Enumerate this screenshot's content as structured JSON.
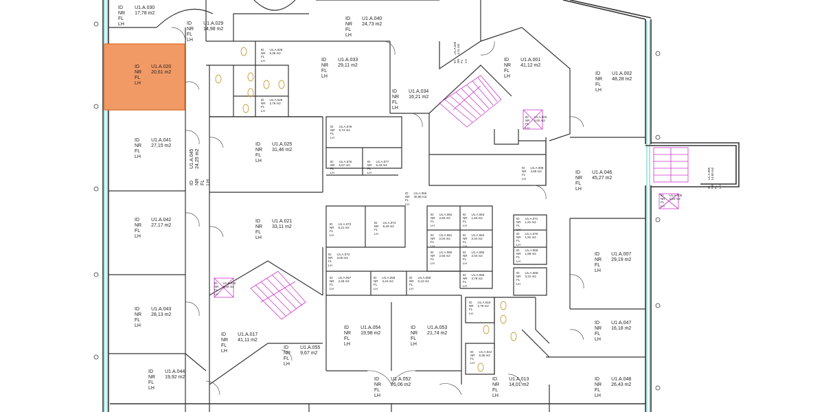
{
  "colors": {
    "wall": "#333333",
    "highlight_fill": "#f29a66",
    "highlight_border": "#e07a3a",
    "stair": "#cc33cc",
    "facade": "#6fd6cf",
    "sanitary": "#c8a040"
  },
  "field_keys": [
    "ID",
    "NR",
    "FL",
    "LH"
  ],
  "rooms": [
    {
      "key": "a030",
      "id": "U1.A.030",
      "area": "17,78 m2"
    },
    {
      "key": "a029",
      "id": "U1.A.029",
      "area": "14,98 m2"
    },
    {
      "key": "a040",
      "id": "U1.A.040",
      "area": "24,73 m2"
    },
    {
      "key": "a033",
      "id": "U1.A.033",
      "area": "29,11 m2"
    },
    {
      "key": "a035",
      "id": "U1.A.035",
      "area": "4,11 m2"
    },
    {
      "key": "a001",
      "id": "U1.A.001",
      "area": "41,12 m2"
    },
    {
      "key": "a002",
      "id": "U1.A.002",
      "area": "48,28 m2"
    },
    {
      "key": "a020",
      "id": "U1.A.020",
      "area": "20,61 m2"
    },
    {
      "key": "a028",
      "id": "U1.A.028",
      "area": "5,35 m2"
    },
    {
      "key": "a026",
      "id": "U1.A.026",
      "area": "2,79 m2"
    },
    {
      "key": "a034",
      "id": "U1.A.034",
      "area": "16,21 m2"
    },
    {
      "key": "a003",
      "id": "U1.A.003",
      "area": "3,92 m2"
    },
    {
      "key": "a041",
      "id": "U1.A.041",
      "area": "27,15 m2"
    },
    {
      "key": "a045",
      "id": "U1.A.045",
      "area": "24,25 m2"
    },
    {
      "key": "a025",
      "id": "U1.A.025",
      "area": "31,46 m2"
    },
    {
      "key": "a078",
      "id": "U1.A.078",
      "area": "9,74 m2"
    },
    {
      "key": "a076",
      "id": "U1.A.076",
      "area": "5,67 m2"
    },
    {
      "key": "a077",
      "id": "U1.A.077",
      "area": "6,43 m2"
    },
    {
      "key": "a008",
      "id": "U1.A.008",
      "area": "4,69 m2"
    },
    {
      "key": "a005",
      "id": "U1.A.005",
      "area": "14,83 m2"
    },
    {
      "key": "a046",
      "id": "U1.A.046",
      "area": "45,27 m2"
    },
    {
      "key": "a006",
      "id": "U1.A.006",
      "area": "4,20 m2"
    },
    {
      "key": "a056",
      "id": "U1.A.056",
      "area": "40,95 m2"
    },
    {
      "key": "a042",
      "id": "U1.A.042",
      "area": "27,17 m2"
    },
    {
      "key": "a021",
      "id": "U1.A.021",
      "area": "33,11 m2"
    },
    {
      "key": "a073",
      "id": "U1.A.073",
      "area": "6,21 m2"
    },
    {
      "key": "a074",
      "id": "U1.A.074",
      "area": "8,18 m2"
    },
    {
      "key": "a062",
      "id": "U1.A.062",
      "area": "2,83 m2"
    },
    {
      "key": "a063",
      "id": "U1.A.063",
      "area": "1,83 m2"
    },
    {
      "key": "a061",
      "id": "U1.A.061",
      "area": "2,04 m2"
    },
    {
      "key": "a064",
      "id": "U1.A.064",
      "area": "2,04 m2"
    },
    {
      "key": "a060",
      "id": "U1.A.060",
      "area": "2,65 m2"
    },
    {
      "key": "a065",
      "id": "U1.A.065",
      "area": "2,04 m2"
    },
    {
      "key": "a071",
      "id": "U1.A.071",
      "area": "1,91 m2"
    },
    {
      "key": "a070",
      "id": "U1.A.070",
      "area": "1,91 m2"
    },
    {
      "key": "a069",
      "id": "U1.A.069",
      "area": "1,89 m2"
    },
    {
      "key": "a007",
      "id": "U1.A.007",
      "area": "29,19 m2"
    },
    {
      "key": "a072",
      "id": "U1.A.072",
      "area": "3,00 m2"
    },
    {
      "key": "a019",
      "id": "U1.A.019",
      "area": "3,92 m2"
    },
    {
      "key": "a057",
      "id": "U1.A.057",
      "area": "4,48 m2"
    },
    {
      "key": "a058",
      "id": "U1.A.058",
      "area": "3,44 m2"
    },
    {
      "key": "a059",
      "id": "U1.A.059",
      "area": "5,13 m2"
    },
    {
      "key": "a066",
      "id": "U1.A.066",
      "area": "3,78 m2"
    },
    {
      "key": "a068",
      "id": "U1.A.068",
      "area": "3,31 m2"
    },
    {
      "key": "a043",
      "id": "U1.A.043",
      "area": "28,13 m2"
    },
    {
      "key": "a010",
      "id": "U1.A.010",
      "area": "2,79 m2"
    },
    {
      "key": "a047",
      "id": "U1.A.047",
      "area": "16,18 m2"
    },
    {
      "key": "a017",
      "id": "U1.A.017",
      "area": "41,11 m2"
    },
    {
      "key": "a054",
      "id": "U1.A.054",
      "area": "19,98 m2"
    },
    {
      "key": "a053",
      "id": "U1.A.053",
      "area": "21,74 m2"
    },
    {
      "key": "a055",
      "id": "U1.A.055",
      "area": "9,67 m2"
    },
    {
      "key": "a012",
      "id": "U1.A.012",
      "area": "6,35 m2"
    },
    {
      "key": "a044",
      "id": "U1.A.044",
      "area": "19,92 m2"
    },
    {
      "key": "a052",
      "id": "U1.A.052",
      "area": "26,06 m2"
    },
    {
      "key": "a013",
      "id": "U1.A.013",
      "area": "14,01 m2"
    },
    {
      "key": "a048",
      "id": "U1.A.048",
      "area": "26,43 m2"
    }
  ]
}
